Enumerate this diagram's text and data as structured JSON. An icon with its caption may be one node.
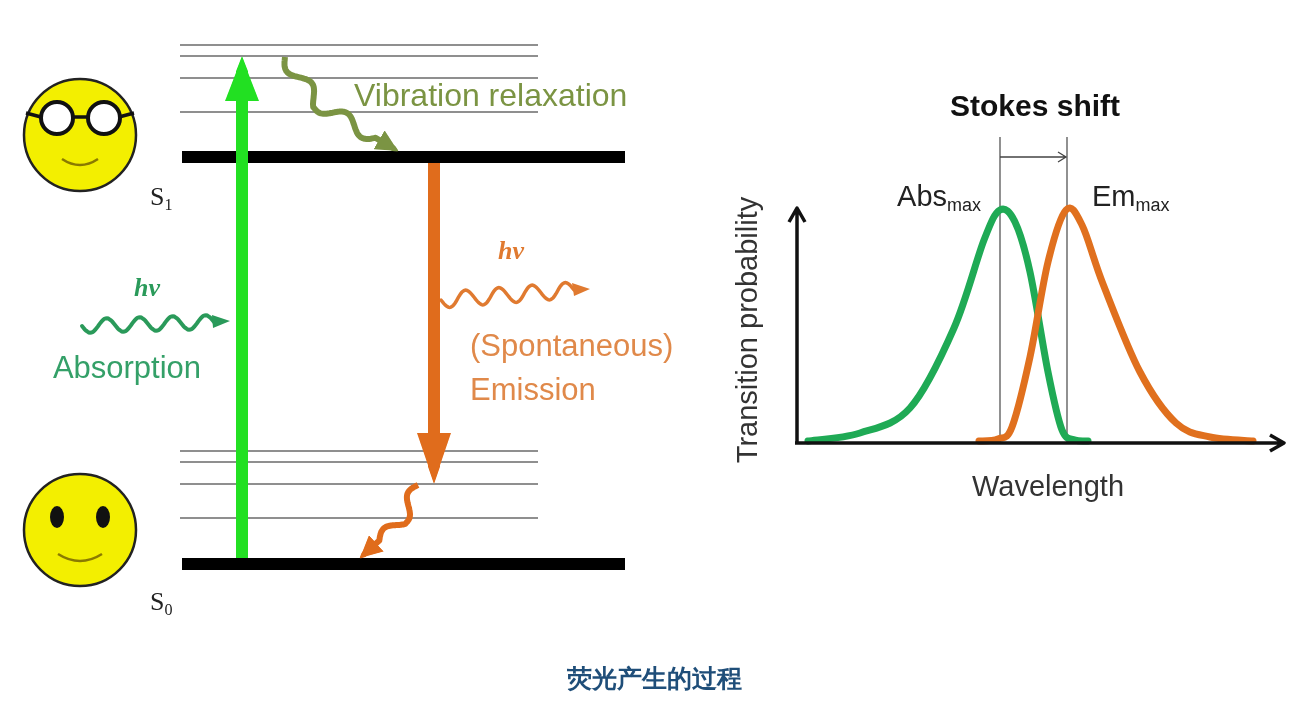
{
  "diagram": {
    "caption": "荧光产生的过程",
    "nodes": [
      {
        "text": [],
        "shape": "bar"
      },
      {
        "text": [],
        "shape": "bar"
      },
      {
        "text": [],
        "shape": "bar"
      },
      {
        "text": [],
        "shape": "bar"
      },
      {
        "text": [],
        "shape": "bar",
        "beside": [
          "S$_{1}$"
        ]
      },
      {
        "text": [],
        "shape": "bar"
      },
      {
        "text": [],
        "shape": "bar"
      },
      {
        "text": [],
        "shape": "bar"
      },
      {
        "text": [],
        "shape": "bar"
      },
      {
        "text": [],
        "shape": "bar",
        "beside": [
          "S$_{0}$"
        ]
      }
    ],
    "edges": [
      {
        "from": 9,
        "to": 1,
        "arrow": "to",
        "style": "thick",
        "color": "#22e022"
      },
      {
        "from": 1,
        "to": 4,
        "arrow": "to",
        "label": "Vibration relaxation",
        "color": "#7b9443"
      },
      {
        "from": 4,
        "to": 7,
        "arrow": "to",
        "style": "thick",
        "color": "#e06c1c"
      },
      {
        "from": 7,
        "to": 9,
        "arrow": "to",
        "color": "#e06c1c"
      }
    ],
    "labels": [
      "hν",
      "Absorption",
      "hν",
      "(Spontaneous) Emission",
      "Stokes shift",
      "Abs$_{max}$",
      "Em$_{max}$",
      "Transition probability",
      "Wavelength"
    ]
  }
}
